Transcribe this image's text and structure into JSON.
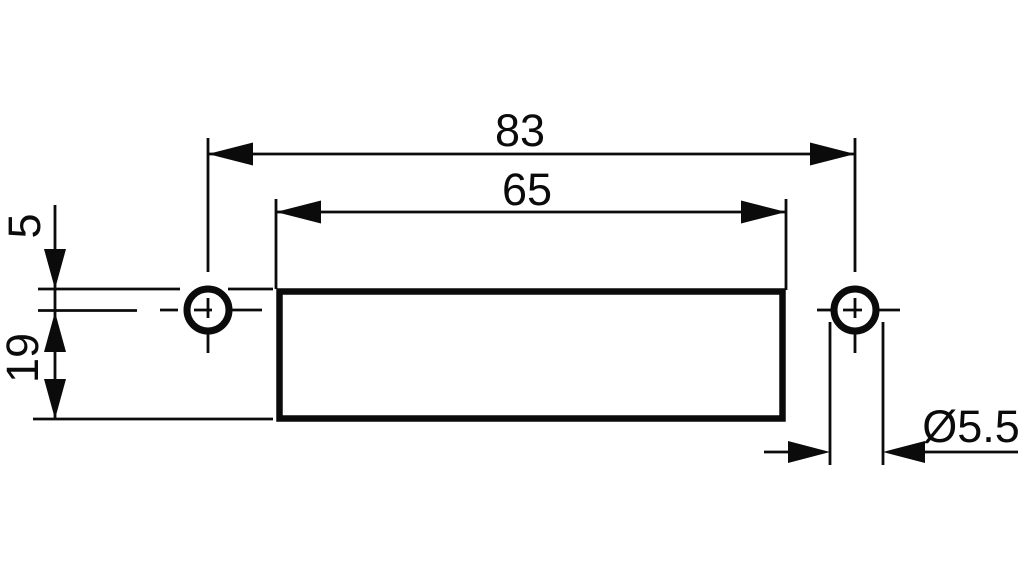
{
  "drawing": {
    "type": "technical-dimension-drawing",
    "background_color": "#ffffff",
    "line_color": "#0b0b0b",
    "part": "rectangular plate with two mounting holes"
  },
  "dim_labels": {
    "hole_spacing": "83",
    "body_width": "65",
    "top_edge_to_hole_center": "5",
    "hole_center_to_bottom_edge": "19",
    "hole_diameter": "Ø5.5"
  }
}
